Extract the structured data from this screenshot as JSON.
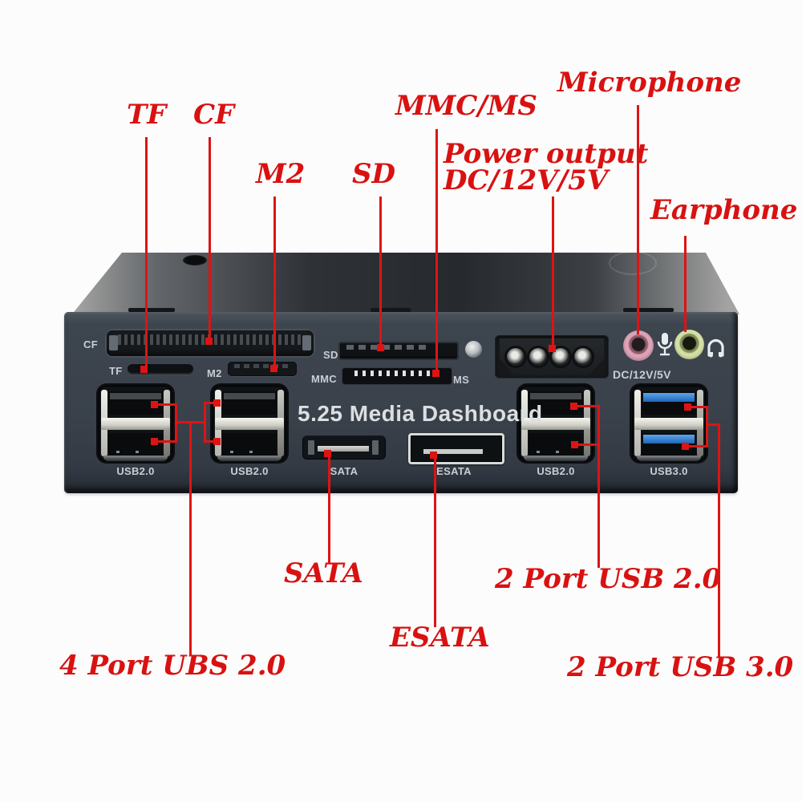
{
  "colors": {
    "annotation_red": "#dd1414",
    "panel_slate": "#3a414b",
    "usb3_blue": "#2e7ed0",
    "mic_jack_pink": "#dba4b6",
    "earphone_jack_green": "#d4dea8"
  },
  "annotations": {
    "tf": "TF",
    "cf": "CF",
    "m2": "M2",
    "sd": "SD",
    "mmc_ms": "MMC/MS",
    "microphone": "Microphone",
    "power_line1": "Power output",
    "power_line2": "DC/12V/5V",
    "earphone": "Earphone",
    "sata": "SATA",
    "esata": "ESATA",
    "usb2_2port": "2 Port USB 2.0",
    "usb2_4port": "4 Port UBS 2.0",
    "usb3_2port": "2 Port USB 3.0"
  },
  "panel_labels": {
    "cf": "CF",
    "tf": "TF",
    "m2": "M2",
    "sd": "SD",
    "mmc": "MMC",
    "ms": "MS",
    "dc_power": "DC/12V/5V",
    "usb2_left_a": "USB2.0",
    "usb2_left_b": "USB2.0",
    "sata": "SATA",
    "esata": "ESATA",
    "usb2_right": "USB2.0",
    "usb3": "USB3.0",
    "brand": "5.25 Media Dashboard"
  },
  "icons": {
    "microphone": "microphone-icon",
    "headphone": "headphone-icon",
    "status_led": "status-led"
  }
}
